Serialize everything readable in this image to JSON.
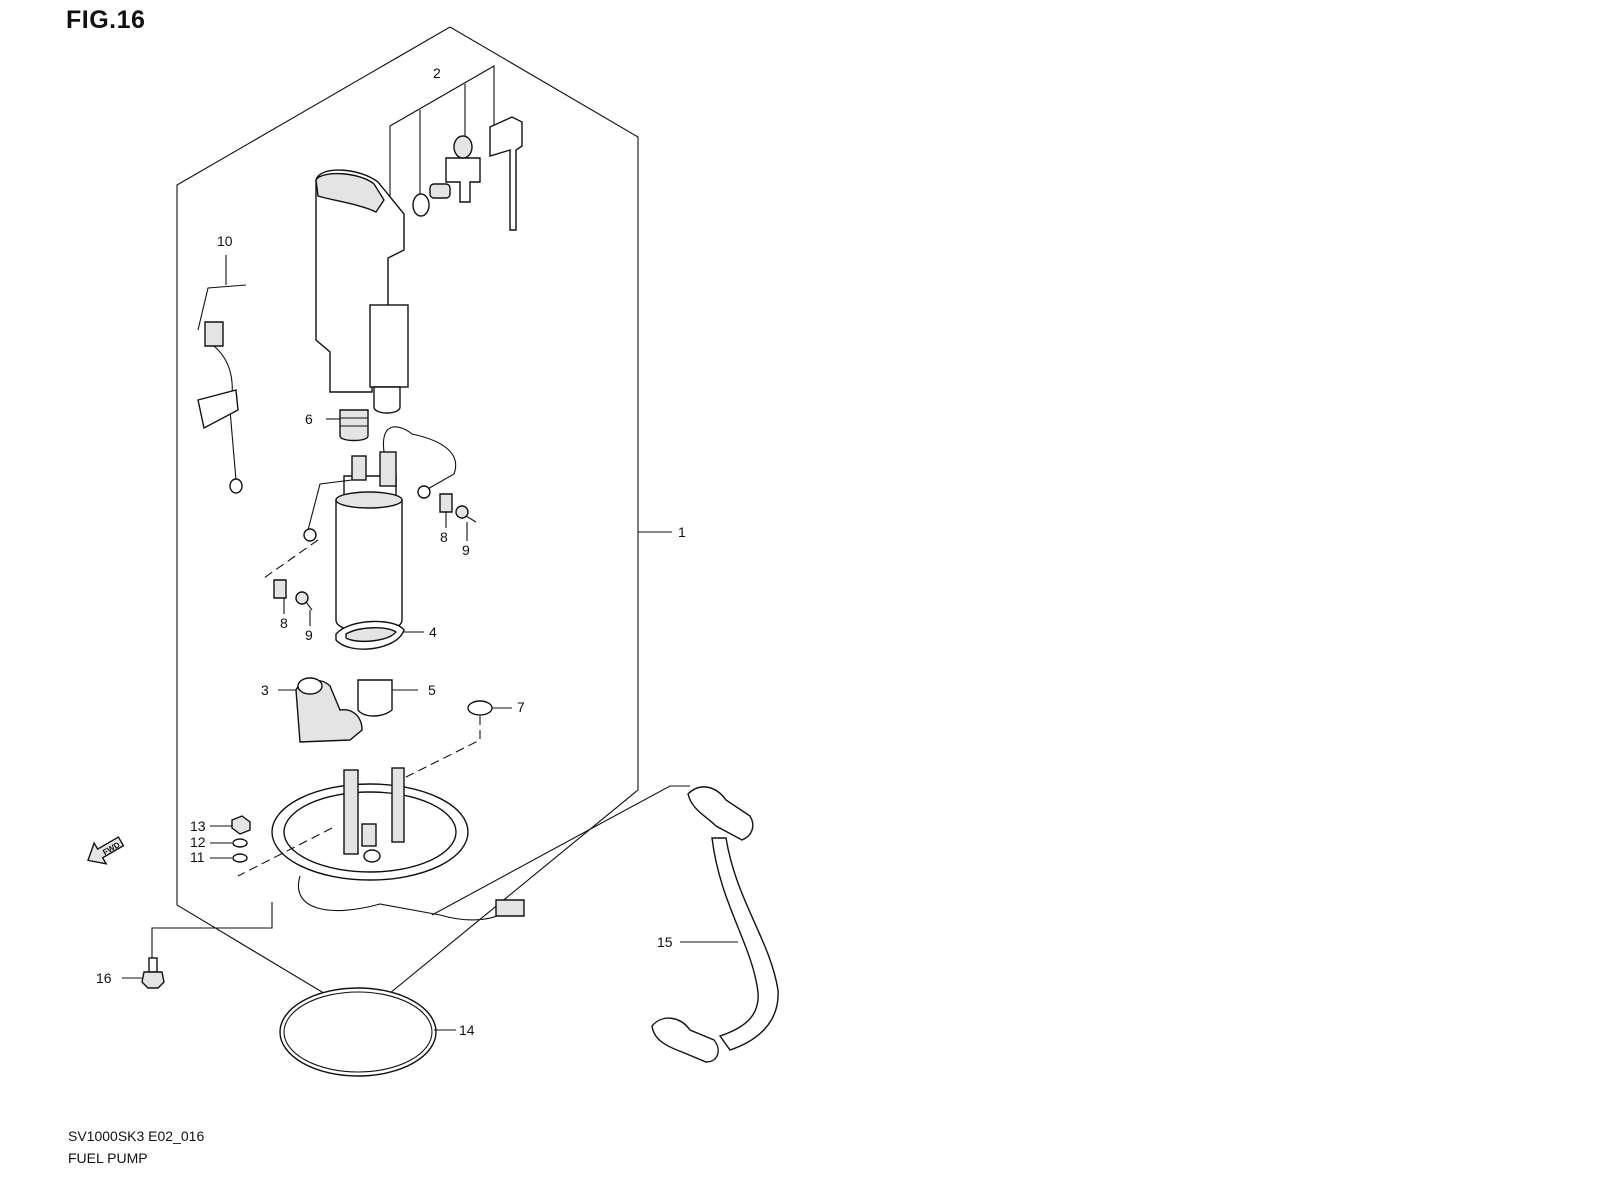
{
  "figure": {
    "title": "FIG.16"
  },
  "footer": {
    "model_code": "SV1000SK3 E02_016",
    "assembly_name": "FUEL PUMP"
  },
  "callouts": [
    {
      "id": "c1",
      "text": "1"
    },
    {
      "id": "c2",
      "text": "2"
    },
    {
      "id": "c3",
      "text": "3"
    },
    {
      "id": "c4",
      "text": "4"
    },
    {
      "id": "c5",
      "text": "5"
    },
    {
      "id": "c6",
      "text": "6"
    },
    {
      "id": "c7",
      "text": "7"
    },
    {
      "id": "c8a",
      "text": "8"
    },
    {
      "id": "c8b",
      "text": "8"
    },
    {
      "id": "c9a",
      "text": "9"
    },
    {
      "id": "c9b",
      "text": "9"
    },
    {
      "id": "c10",
      "text": "10"
    },
    {
      "id": "c11",
      "text": "11"
    },
    {
      "id": "c12",
      "text": "12"
    },
    {
      "id": "c13",
      "text": "13"
    },
    {
      "id": "c14",
      "text": "14"
    },
    {
      "id": "c15",
      "text": "15"
    },
    {
      "id": "c16",
      "text": "16"
    }
  ],
  "direction_marker": {
    "text": "FWD",
    "icon": "forward-arrow-icon"
  }
}
